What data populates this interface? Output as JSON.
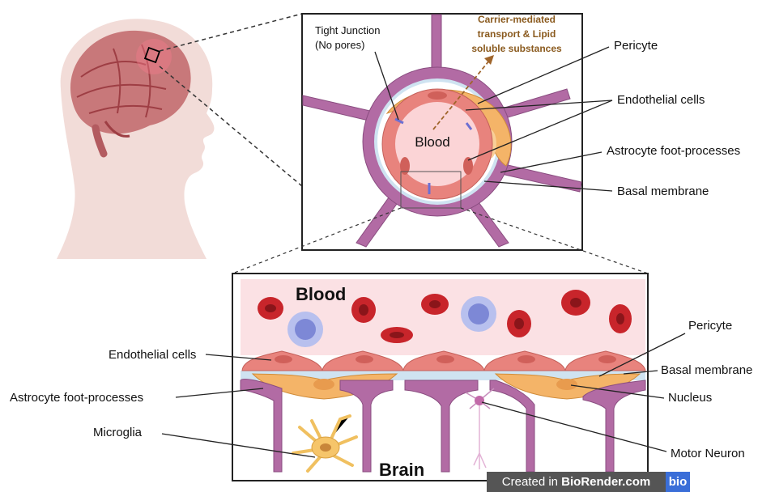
{
  "top_panel": {
    "tight_junction_line1": "Tight Junction",
    "tight_junction_line2": "(No pores)",
    "carrier_line1": "Carrier-mediated",
    "carrier_line2": "transport & Lipid",
    "carrier_line3": "soluble substances",
    "blood": "Blood",
    "pericyte": "Pericyte",
    "endothelial": "Endothelial cells",
    "astrocyte": "Astrocyte foot-processes",
    "basal": "Basal membrane"
  },
  "bottom_panel": {
    "blood": "Blood",
    "brain": "Brain",
    "endothelial": "Endothelial cells",
    "astrocyte": "Astrocyte foot-processes",
    "microglia": "Microglia",
    "pericyte": "Pericyte",
    "basal": "Basal membrane",
    "nucleus": "Nucleus",
    "motor_neuron": "Motor Neuron"
  },
  "credit": {
    "prefix": "Created in ",
    "brand": "BioRender.com",
    "logo": "bio"
  },
  "colors": {
    "blood_bg": "#fbe1e4",
    "endothelial": "#e8837d",
    "pericyte": "#f4b468",
    "astrocyte": "#b26ba4",
    "basal": "#cfe3f1",
    "rbc": "#c8252b",
    "wbc": "#9fa9e6"
  }
}
